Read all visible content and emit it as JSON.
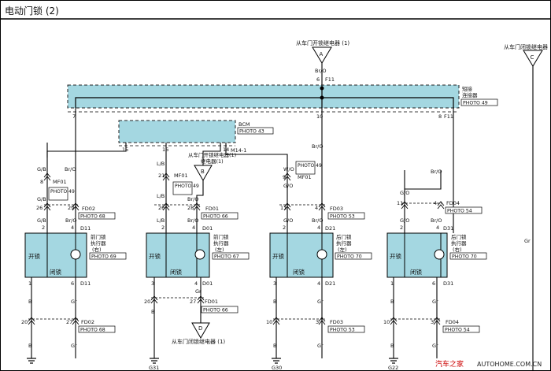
{
  "page_title": "电动门锁 (2)",
  "relay_labels": {
    "a": "从车门开锁继电器 (1)",
    "c": "从车门闭锁继电器",
    "b": "从车门开锁继电器(1)",
    "d": "从车门闭锁继电器 (1)"
  },
  "connectors": {
    "a": "A",
    "b": "B",
    "c": "C",
    "d": "D"
  },
  "junction": {
    "label_line1": "短接",
    "label_line2": "连接器",
    "photo": "PHOTO 49"
  },
  "bcm": {
    "name": "BCM",
    "photo": "PHOTO 43",
    "connector": "M14-1"
  },
  "photo_labels": {
    "mf01_a": "PHOTO 49",
    "mf01_b": "PHOTO 49",
    "mf01_c": "PHOTO 49",
    "fd02_top": "PHOTO 68",
    "fd01_top": "PHOTO 66",
    "fd03_top": "PHOTO 53",
    "fd04_top": "PHOTO 54",
    "fd01_bot": "PHOTO 66",
    "fd02_bot": "PHOTO 68",
    "fd03_bot": "PHOTO 53",
    "fd04_bot": "PHOTO 54"
  },
  "actuators": [
    {
      "name_line1": "前门锁",
      "name_line2": "执行器",
      "name_line3": "(右)",
      "photo": "PHOTO 69",
      "unlock": "开锁",
      "lock": "闭锁",
      "top_conn": "D11",
      "bot_conn": "D11"
    },
    {
      "name_line1": "前门锁",
      "name_line2": "执行器",
      "name_line3": "(左)",
      "photo": "PHOTO 67",
      "unlock": "开锁",
      "lock": "闭锁",
      "top_conn": "D01",
      "bot_conn": "D01"
    },
    {
      "name_line1": "后门锁",
      "name_line2": "执行器",
      "name_line3": "(左)",
      "photo": "PHOTO 70",
      "unlock": "开锁",
      "lock": "闭锁",
      "top_conn": "D21",
      "bot_conn": "D21"
    },
    {
      "name_line1": "后门锁",
      "name_line2": "执行器",
      "name_line3": "(右)",
      "photo": "PHOTO 70",
      "unlock": "开锁",
      "lock": "闭锁",
      "top_conn": "D31",
      "bot_conn": "D31"
    }
  ],
  "grounds": [
    "G31",
    "G30",
    "G22"
  ],
  "connector_names": {
    "f11_top": "F11",
    "f11_right": "F11",
    "mf01_a": "MF01",
    "mf01_b": "MF01",
    "mf01_c": "MF01",
    "fd02_top": "FD02",
    "fd01_top": "FD01",
    "fd03_top": "FD03",
    "fd04_top": "FD04",
    "fd01_bot": "FD01",
    "fd02_bot": "FD02",
    "fd03_bot": "FD03",
    "fd04_bot": "FD04"
  },
  "pins": {
    "p6_f11": "6",
    "p7": "7",
    "p10": "10",
    "p8": "8",
    "p15": "15",
    "p16": "16",
    "p14": "14",
    "w1_8": "8",
    "w1_26": "26",
    "w1_2": "2",
    "w1_29": "29",
    "w1_4": "4",
    "w2_21": "21",
    "w2_26": "26",
    "w2_2": "2",
    "w2_28": "28",
    "w2_4": "4",
    "w3_9": "9",
    "w3_11": "11",
    "w3_2": "2",
    "w3_4": "4",
    "w3_4b": "4",
    "w4_11": "11",
    "w4_2": "2",
    "w4_4": "4",
    "w4_4b": "4",
    "a1_1": "1",
    "a1_6": "6",
    "a2_3": "3",
    "a2_4": "4",
    "a3_3": "3",
    "a3_4": "4",
    "a4_1": "1",
    "a4_6": "6",
    "b2_20": "20",
    "b2_27": "27",
    "b1_20": "20",
    "b1_27": "27",
    "b3_10": "10",
    "b3_3": "3",
    "b4_10": "10",
    "b4_3": "3"
  },
  "wire_colors": {
    "bro_a": "Br/O",
    "bro_1": "Br/O",
    "gb_1": "G/B",
    "bro_w1": "Br/O",
    "gb_2": "G/B",
    "gb_3": "G/B",
    "bro_w1b": "Br/O",
    "lb_1": "L/B",
    "lb_2": "L/B",
    "lb_3": "L/B",
    "bro_w2": "Br/O",
    "bro_w2b": "Br/O",
    "wo_1": "W/O",
    "go_1": "G/O",
    "go_2": "G/O",
    "bro_w3": "Br/O",
    "go_3": "G/O",
    "go_4": "G/O",
    "bro_w4": "Br/O",
    "bro_w4b": "Br/O",
    "gr_c": "Gr",
    "b_1": "B",
    "gr_1": "Gr",
    "b_1b": "B",
    "gr_1b": "Gr",
    "b_2": "B",
    "gr_2": "Gr",
    "b_3": "B",
    "gr_3": "Gr",
    "b_3b": "B",
    "gr_3b": "Gr",
    "b_4": "B",
    "gr_4": "Gr",
    "b_4b": "B",
    "gr_4b": "Gr"
  },
  "watermark": {
    "prefix": "汽车之家",
    "site": "AUTOHOME.COM.CN"
  }
}
